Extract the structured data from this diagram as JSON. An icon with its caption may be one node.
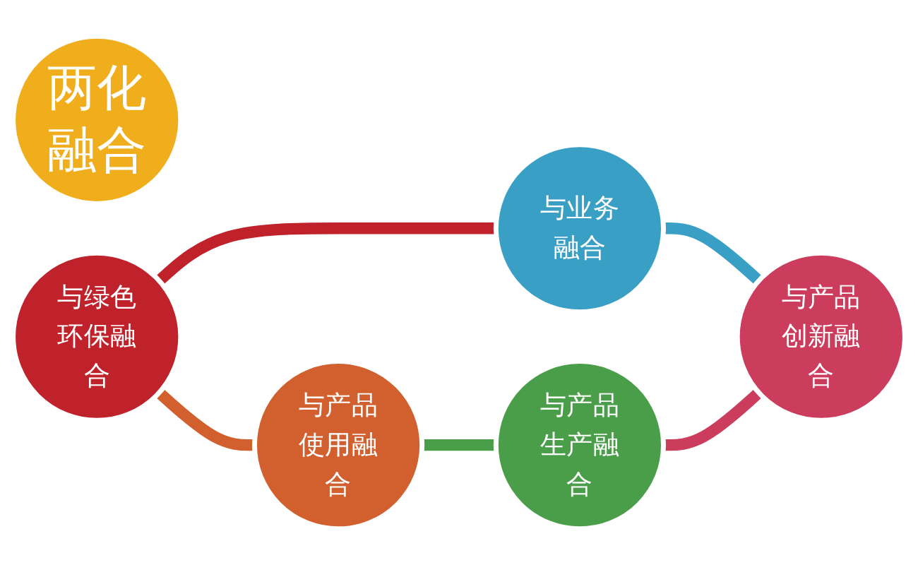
{
  "diagram": {
    "nodes": [
      {
        "text": [
          "两化融合"
        ]
      },
      {
        "text": [
          "与业务融合"
        ]
      },
      {
        "text": [
          "与产品创新融合"
        ]
      },
      {
        "text": [
          "与产品生产融合"
        ]
      },
      {
        "text": [
          "与产品使用融合"
        ]
      },
      {
        "text": [
          "与绿色环保融合"
        ]
      }
    ],
    "edges": [
      {
        "from": 1,
        "to": 2,
        "arrow": "none",
        "color": "#3a9fc4"
      },
      {
        "from": 3,
        "to": 2,
        "arrow": "none",
        "color": "#cc3c5c"
      },
      {
        "from": 4,
        "to": 3,
        "arrow": "none",
        "color": "#4a9e4a"
      },
      {
        "from": 5,
        "to": 4,
        "arrow": "none",
        "color": "#d2602e"
      },
      {
        "from": 5,
        "to": 1,
        "arrow": "none",
        "color": "#c0222c"
      }
    ]
  }
}
